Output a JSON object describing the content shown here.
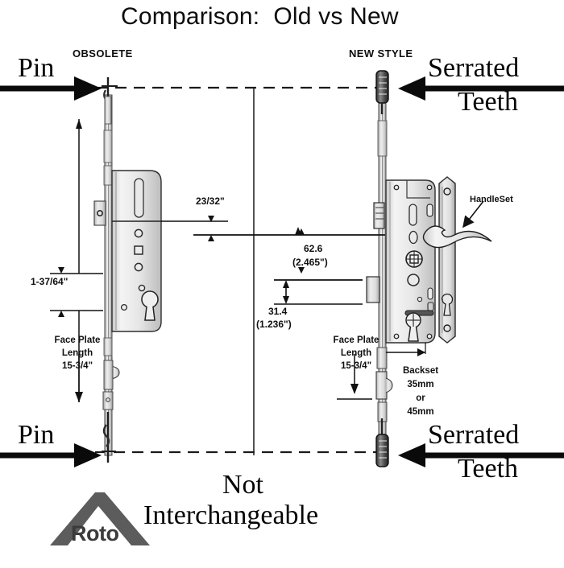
{
  "diagram": {
    "title": "Comparison:  Old vs New",
    "columns": {
      "left_header": "OBSOLETE",
      "right_header": "NEW STYLE"
    },
    "callouts": {
      "pin_top": "Pin",
      "pin_bottom": "Pin",
      "serrated_top_line1": "Serrated",
      "serrated_top_line2": "Teeth",
      "serrated_bottom_line1": "Serrated",
      "serrated_bottom_line2": "Teeth",
      "handleset": "HandleSet"
    },
    "dimensions": {
      "offset_inch": "23/32\"",
      "left_gap": "1-37/64\"",
      "metric_62_value": "62.6",
      "metric_62_inch": "(2.465\")",
      "metric_31_value": "31.4",
      "metric_31_inch": "(1.236\")",
      "face_plate_left_line1": "Face Plate",
      "face_plate_left_line2": "Length",
      "face_plate_left_line3": "15-3/4\"",
      "face_plate_right_line1": "Face Plate",
      "face_plate_right_line2": "Length",
      "face_plate_right_line3": "15-3/4\"",
      "backset_line1": "Backset",
      "backset_line2": "35mm",
      "backset_line3": "or",
      "backset_line4": "45mm"
    },
    "conclusion": {
      "line1": "Not",
      "line2": "Interchangeable"
    },
    "brand": {
      "name": "Roto",
      "mark": "roof-chevron-icon"
    },
    "colors": {
      "ink": "#111111",
      "metal_light": "#f2f2f2",
      "metal_mid": "#d8d8d8",
      "metal_dark": "#9a9a9a",
      "logo_gray": "#5a5a5a",
      "background": "#ffffff"
    }
  }
}
